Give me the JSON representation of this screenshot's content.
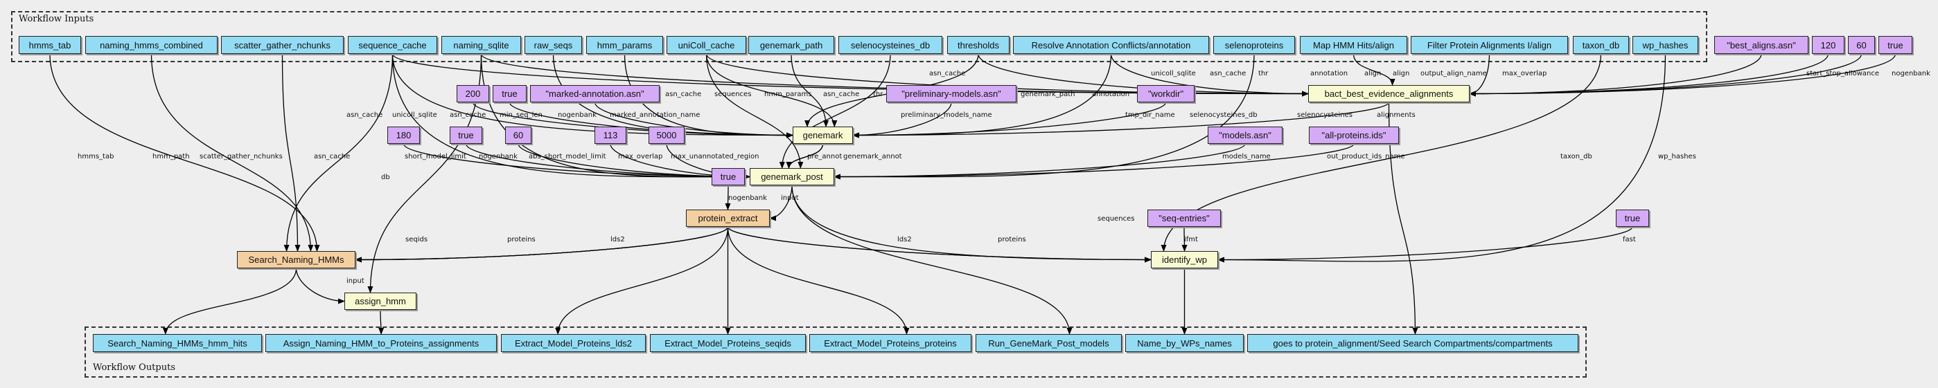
{
  "clusters": {
    "inputs_label": "Workflow Inputs",
    "outputs_label": "Workflow Outputs"
  },
  "colors": {
    "input": "#94dcf4",
    "constant": "#d5abf6",
    "step": "#fafad2",
    "subworkflow": "#f4cfa0",
    "background": "#eeeeee"
  },
  "nodes": [
    {
      "id": "in_hmms_tab",
      "label": "hmms_tab",
      "kind": "input"
    },
    {
      "id": "in_naming_hmms",
      "label": "naming_hmms_combined",
      "kind": "input"
    },
    {
      "id": "in_scatter",
      "label": "scatter_gather_nchunks",
      "kind": "input"
    },
    {
      "id": "in_seqcache",
      "label": "sequence_cache",
      "kind": "input"
    },
    {
      "id": "in_naming_sqlite",
      "label": "naming_sqlite",
      "kind": "input"
    },
    {
      "id": "in_raw_seqs",
      "label": "raw_seqs",
      "kind": "input"
    },
    {
      "id": "in_hmm_params",
      "label": "hmm_params",
      "kind": "input"
    },
    {
      "id": "in_unicoll",
      "label": "uniColl_cache",
      "kind": "input"
    },
    {
      "id": "in_genemark_path",
      "label": "genemark_path",
      "kind": "input"
    },
    {
      "id": "in_seleno_db",
      "label": "selenocysteines_db",
      "kind": "input"
    },
    {
      "id": "in_thresholds",
      "label": "thresholds",
      "kind": "input"
    },
    {
      "id": "in_resolve",
      "label": "Resolve Annotation Conflicts/annotation",
      "kind": "input"
    },
    {
      "id": "in_selenoproteins",
      "label": "selenoproteins",
      "kind": "input"
    },
    {
      "id": "in_maphmm",
      "label": "Map HMM Hits/align",
      "kind": "input"
    },
    {
      "id": "in_filter",
      "label": "Filter Protein Alignments I/align",
      "kind": "input"
    },
    {
      "id": "in_taxon",
      "label": "taxon_db",
      "kind": "input"
    },
    {
      "id": "in_wp",
      "label": "wp_hashes",
      "kind": "input"
    },
    {
      "id": "c_best",
      "label": "\"best_aligns.asn\"",
      "kind": "const"
    },
    {
      "id": "c_120",
      "label": "120",
      "kind": "const"
    },
    {
      "id": "c_60b",
      "label": "60",
      "kind": "const"
    },
    {
      "id": "c_trueb",
      "label": "true",
      "kind": "const"
    },
    {
      "id": "c_200",
      "label": "200",
      "kind": "const"
    },
    {
      "id": "c_true1",
      "label": "true",
      "kind": "const"
    },
    {
      "id": "c_marked",
      "label": "\"marked-annotation.asn\"",
      "kind": "const"
    },
    {
      "id": "c_prelim",
      "label": "\"preliminary-models.asn\"",
      "kind": "const"
    },
    {
      "id": "c_workdir",
      "label": "\"workdir\"",
      "kind": "const"
    },
    {
      "id": "s_bact",
      "label": "bact_best_evidence_alignments",
      "kind": "step"
    },
    {
      "id": "s_genemark",
      "label": "genemark",
      "kind": "step"
    },
    {
      "id": "c_180",
      "label": "180",
      "kind": "const"
    },
    {
      "id": "c_true2",
      "label": "true",
      "kind": "const"
    },
    {
      "id": "c_60",
      "label": "60",
      "kind": "const"
    },
    {
      "id": "c_113",
      "label": "113",
      "kind": "const"
    },
    {
      "id": "c_5000",
      "label": "5000",
      "kind": "const"
    },
    {
      "id": "c_models",
      "label": "\"models.asn\"",
      "kind": "const"
    },
    {
      "id": "c_allprot",
      "label": "\"all-proteins.ids\"",
      "kind": "const"
    },
    {
      "id": "c_true3",
      "label": "true",
      "kind": "const"
    },
    {
      "id": "s_gmpost",
      "label": "genemark_post",
      "kind": "step"
    },
    {
      "id": "w_pe",
      "label": "protein_extract",
      "kind": "sub"
    },
    {
      "id": "c_seqent",
      "label": "\"seq-entries\"",
      "kind": "const"
    },
    {
      "id": "c_truefast",
      "label": "true",
      "kind": "const"
    },
    {
      "id": "w_sn",
      "label": "Search_Naming_HMMs",
      "kind": "sub"
    },
    {
      "id": "s_idwp",
      "label": "identify_wp",
      "kind": "step"
    },
    {
      "id": "s_assign",
      "label": "assign_hmm",
      "kind": "step"
    },
    {
      "id": "o_hits",
      "label": "Search_Naming_HMMs_hmm_hits",
      "kind": "output"
    },
    {
      "id": "o_assign",
      "label": "Assign_Naming_HMM_to_Proteins_assignments",
      "kind": "output"
    },
    {
      "id": "o_lds2",
      "label": "Extract_Model_Proteins_lds2",
      "kind": "output"
    },
    {
      "id": "o_seqids",
      "label": "Extract_Model_Proteins_seqids",
      "kind": "output"
    },
    {
      "id": "o_proteins",
      "label": "Extract_Model_Proteins_proteins",
      "kind": "output"
    },
    {
      "id": "o_gmmodels",
      "label": "Run_GeneMark_Post_models",
      "kind": "output"
    },
    {
      "id": "o_wpnames",
      "label": "Name_by_WPs_names",
      "kind": "output"
    },
    {
      "id": "o_compart",
      "label": "goes to protein_alignment/Seed Search Compartments/compartments",
      "kind": "output"
    }
  ],
  "edges": [
    {
      "from": "in_hmms_tab",
      "to": "w_sn",
      "label": "hmms_tab"
    },
    {
      "from": "in_naming_hmms",
      "to": "w_sn",
      "label": "hmm_path"
    },
    {
      "from": "in_scatter",
      "to": "w_sn",
      "label": "scatter_gather_nchunks"
    },
    {
      "from": "in_seqcache",
      "to": "w_sn",
      "label": "asn_cache"
    },
    {
      "from": "w_pe",
      "to": "w_sn",
      "label": "seqids"
    },
    {
      "from": "w_pe",
      "to": "w_sn",
      "label": "proteins"
    },
    {
      "from": "w_pe",
      "to": "w_sn",
      "label": "lds2"
    },
    {
      "from": "in_naming_sqlite",
      "to": "s_assign",
      "label": "db"
    },
    {
      "from": "w_sn",
      "to": "s_assign",
      "label": "input"
    },
    {
      "from": "in_seqcache",
      "to": "s_gmpost",
      "label": "asn_cache"
    },
    {
      "from": "in_naming_sqlite",
      "to": "s_gmpost",
      "label": "unicoll_sqlite"
    },
    {
      "from": "in_unicoll",
      "to": "s_gmpost",
      "label": "asn_cache"
    },
    {
      "from": "c_200",
      "to": "s_genemark",
      "label": "min_seq_len"
    },
    {
      "from": "c_true1",
      "to": "s_genemark",
      "label": "nogenbank"
    },
    {
      "from": "c_marked",
      "to": "s_genemark",
      "label": "marked_annotation_name"
    },
    {
      "from": "in_seqcache",
      "to": "s_genemark",
      "label": "asn_cache"
    },
    {
      "from": "in_raw_seqs",
      "to": "s_genemark",
      "label": "sequences"
    },
    {
      "from": "in_hmm_params",
      "to": "s_genemark",
      "label": "hmm_params"
    },
    {
      "from": "in_unicoll",
      "to": "s_genemark",
      "label": "asn_cache"
    },
    {
      "from": "in_thresholds",
      "to": "s_genemark",
      "label": "thr"
    },
    {
      "from": "c_prelim",
      "to": "s_genemark",
      "label": "preliminary_models_name"
    },
    {
      "from": "in_genemark_path",
      "to": "s_genemark",
      "label": "genemark_path"
    },
    {
      "from": "in_resolve",
      "to": "s_genemark",
      "label": "annotation"
    },
    {
      "from": "c_workdir",
      "to": "s_genemark",
      "label": "tmp_dir_name"
    },
    {
      "from": "s_bact",
      "to": "s_genemark",
      "label": "alignments"
    },
    {
      "from": "in_seleno_db",
      "to": "s_gmpost",
      "label": "selenocysteines_db"
    },
    {
      "from": "in_selenoproteins",
      "to": "s_gmpost",
      "label": "selenocysteines"
    },
    {
      "from": "c_180",
      "to": "s_gmpost",
      "label": "short_model_limit"
    },
    {
      "from": "c_true2",
      "to": "s_gmpost",
      "label": "nogenbank"
    },
    {
      "from": "c_60",
      "to": "s_gmpost",
      "label": "abs_short_model_limit"
    },
    {
      "from": "c_113",
      "to": "s_gmpost",
      "label": "max_overlap"
    },
    {
      "from": "c_5000",
      "to": "s_gmpost",
      "label": "max_unannotated_region"
    },
    {
      "from": "s_genemark",
      "to": "s_gmpost",
      "label": "pre_annot"
    },
    {
      "from": "s_genemark",
      "to": "s_gmpost",
      "label": "genemark_annot"
    },
    {
      "from": "c_models",
      "to": "s_gmpost",
      "label": "models_name"
    },
    {
      "from": "c_allprot",
      "to": "s_gmpost",
      "label": "out_product_ids_name"
    },
    {
      "from": "in_seqcache",
      "to": "s_bact",
      "label": "asn_cache"
    },
    {
      "from": "in_naming_sqlite",
      "to": "s_bact",
      "label": "unicoll_sqlite"
    },
    {
      "from": "in_unicoll",
      "to": "s_bact",
      "label": "asn_cache"
    },
    {
      "from": "in_thresholds",
      "to": "s_bact",
      "label": "thr"
    },
    {
      "from": "in_resolve",
      "to": "s_bact",
      "label": "annotation"
    },
    {
      "from": "in_maphmm",
      "to": "s_bact",
      "label": "align"
    },
    {
      "from": "in_filter",
      "to": "s_bact",
      "label": "align"
    },
    {
      "from": "c_best",
      "to": "s_bact",
      "label": "output_align_name"
    },
    {
      "from": "c_120",
      "to": "s_bact",
      "label": "max_overlap"
    },
    {
      "from": "c_60b",
      "to": "s_bact",
      "label": "start_stop_allowance"
    },
    {
      "from": "c_trueb",
      "to": "s_bact",
      "label": "nogenbank"
    },
    {
      "from": "c_true3",
      "to": "w_pe",
      "label": "nogenbank"
    },
    {
      "from": "s_gmpost",
      "to": "w_pe",
      "label": "input"
    },
    {
      "from": "s_gmpost",
      "to": "s_idwp",
      "label": "sequences"
    },
    {
      "from": "w_pe",
      "to": "s_idwp",
      "label": "lds2"
    },
    {
      "from": "w_pe",
      "to": "s_idwp",
      "label": "proteins"
    },
    {
      "from": "c_seqent",
      "to": "s_idwp",
      "label": "ifmt"
    },
    {
      "from": "in_taxon",
      "to": "s_idwp",
      "label": "taxon_db"
    },
    {
      "from": "in_wp",
      "to": "s_idwp",
      "label": "wp_hashes"
    },
    {
      "from": "c_truefast",
      "to": "s_idwp",
      "label": "fast"
    },
    {
      "from": "w_sn",
      "to": "o_hits",
      "label": ""
    },
    {
      "from": "s_assign",
      "to": "o_assign",
      "label": ""
    },
    {
      "from": "w_pe",
      "to": "o_lds2",
      "label": ""
    },
    {
      "from": "w_pe",
      "to": "o_seqids",
      "label": ""
    },
    {
      "from": "w_pe",
      "to": "o_proteins",
      "label": ""
    },
    {
      "from": "s_gmpost",
      "to": "o_gmmodels",
      "label": ""
    },
    {
      "from": "s_idwp",
      "to": "o_wpnames",
      "label": ""
    },
    {
      "from": "s_bact",
      "to": "o_compart",
      "label": ""
    }
  ]
}
